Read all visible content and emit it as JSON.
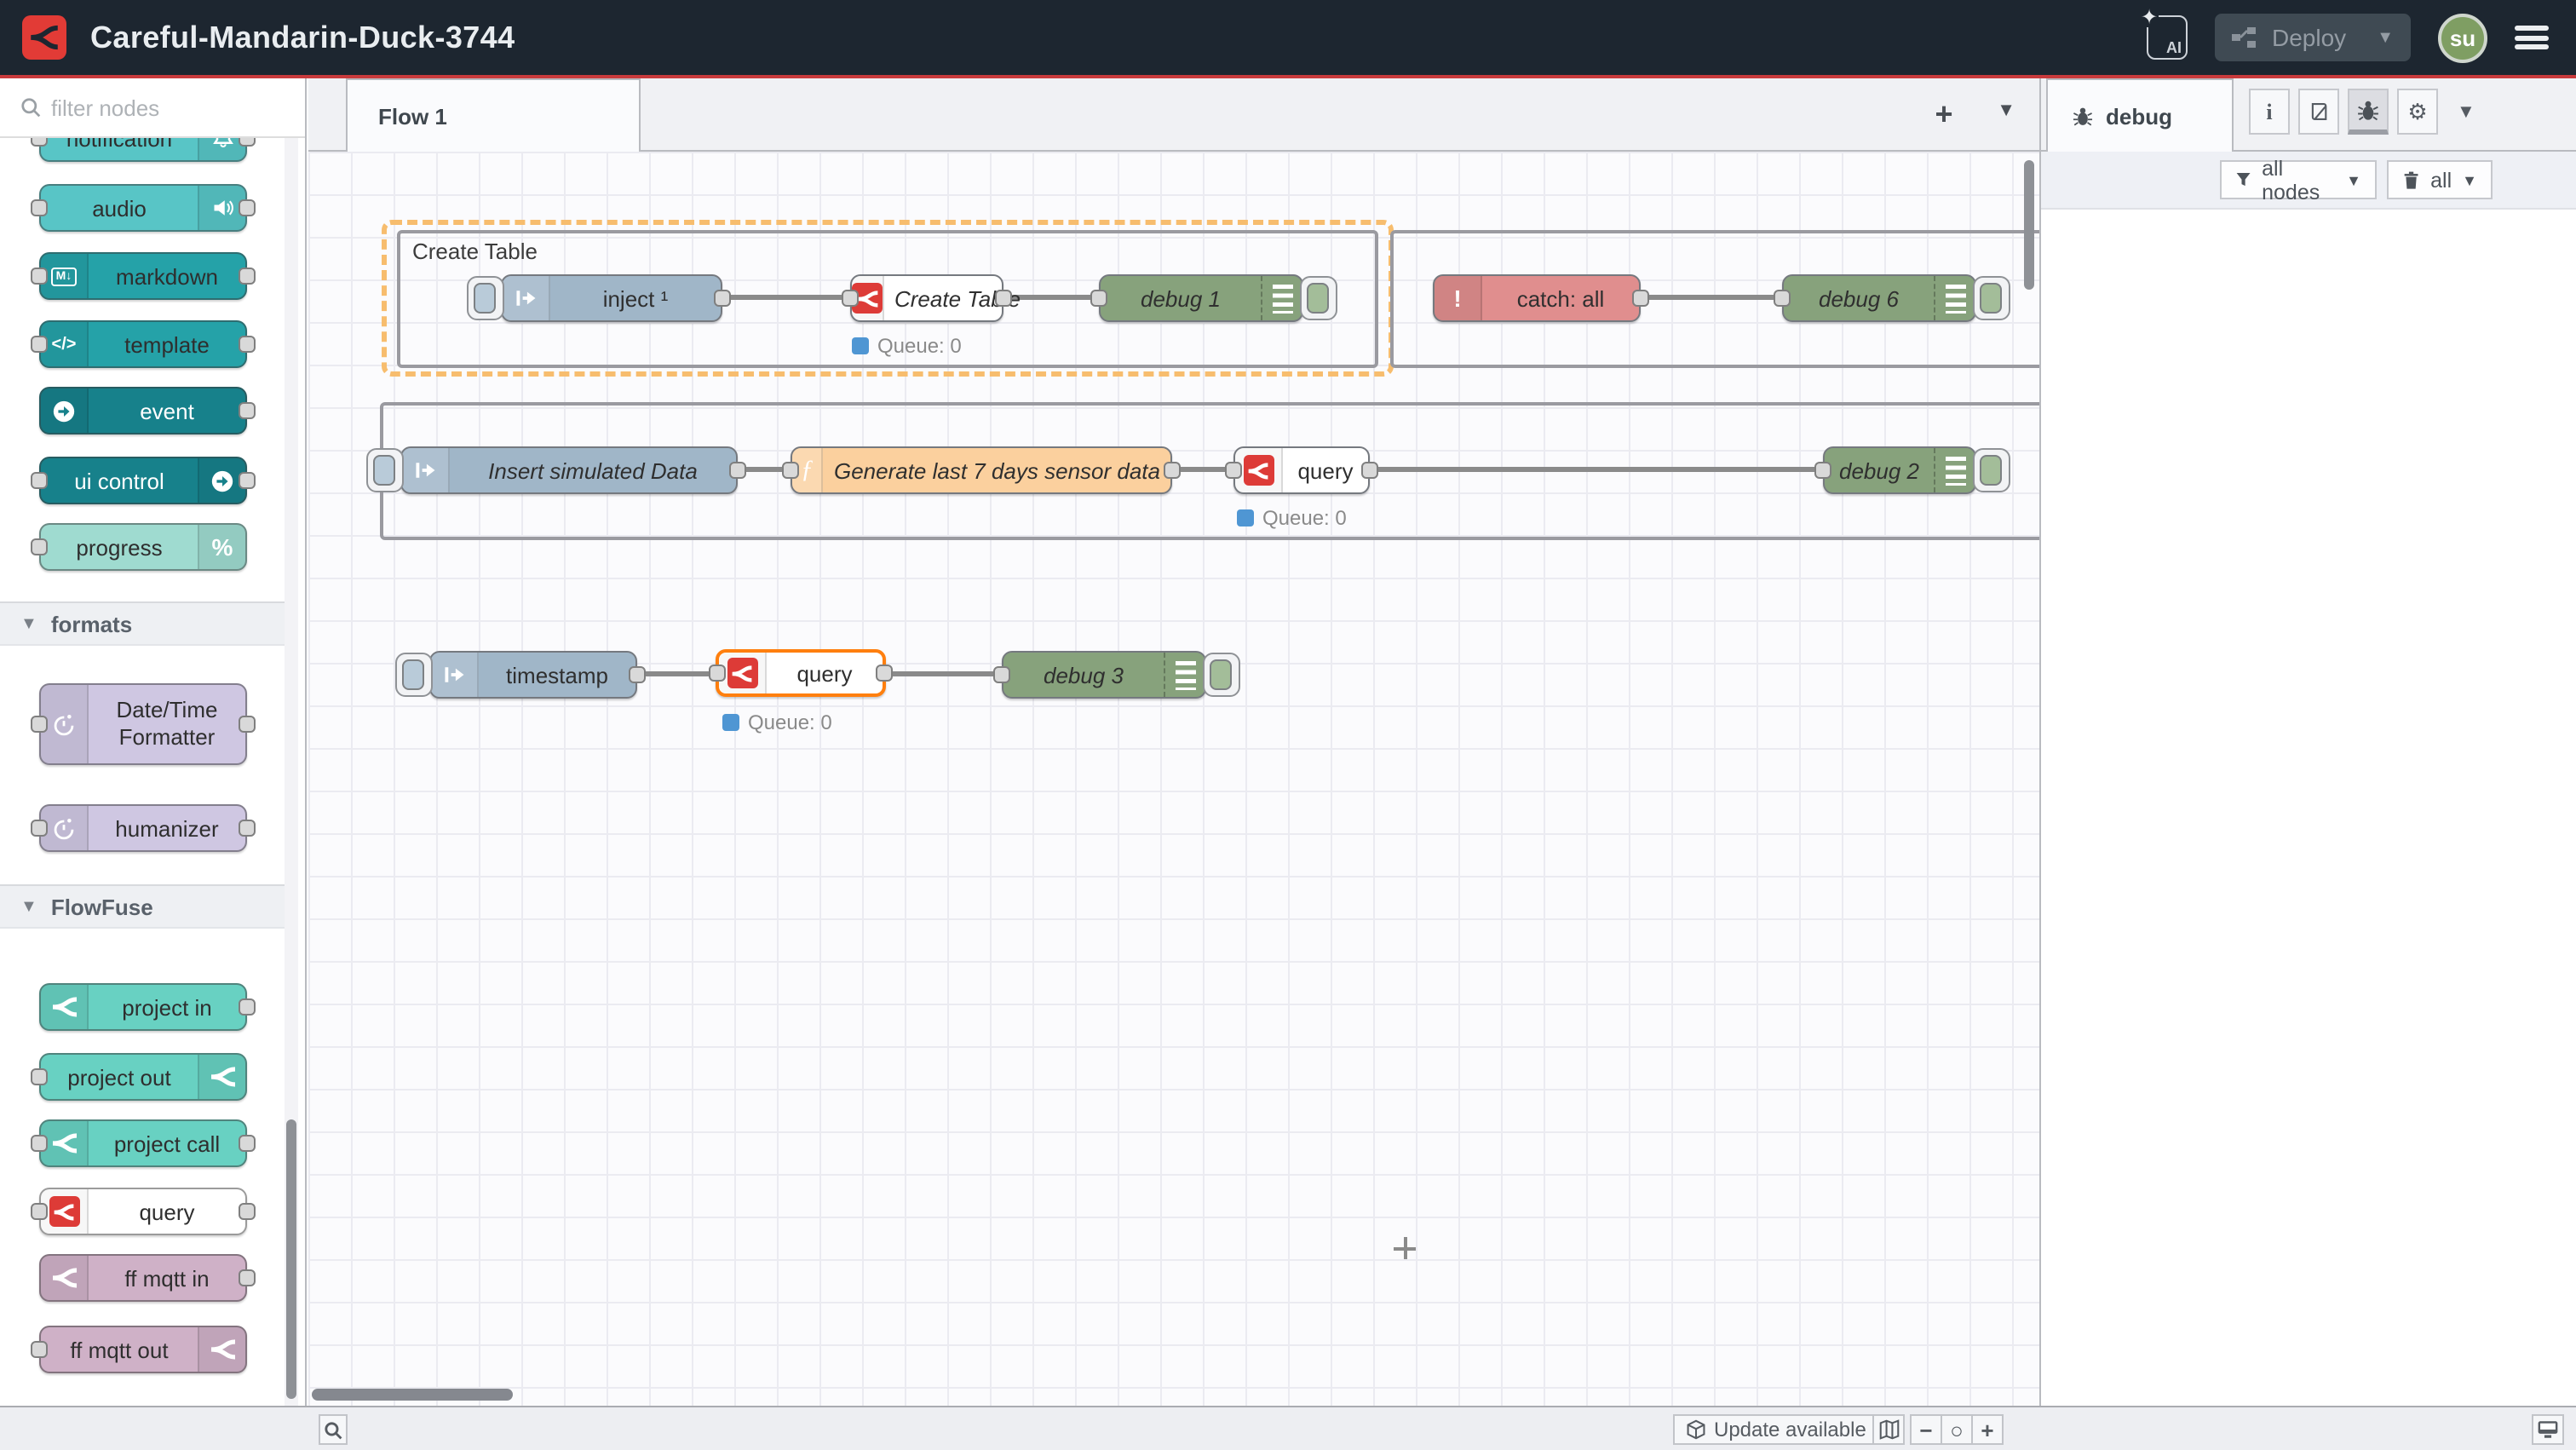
{
  "header": {
    "title": "Careful-Mandarin-Duck-3744",
    "ai_label": "AI",
    "deploy_label": "Deploy",
    "avatar_initials": "su"
  },
  "palette": {
    "search_placeholder": "filter nodes",
    "sections": [
      {
        "label": "",
        "items": [
          {
            "label": "notification"
          },
          {
            "label": "audio"
          },
          {
            "label": "markdown"
          },
          {
            "label": "template"
          },
          {
            "label": "event"
          },
          {
            "label": "ui control"
          },
          {
            "label": "progress"
          }
        ]
      },
      {
        "label": "formats",
        "items": [
          {
            "label": "Date/Time Formatter"
          },
          {
            "label": "humanizer"
          }
        ]
      },
      {
        "label": "FlowFuse",
        "items": [
          {
            "label": "project in"
          },
          {
            "label": "project out"
          },
          {
            "label": "project call"
          },
          {
            "label": "query"
          },
          {
            "label": "ff mqtt in"
          },
          {
            "label": "ff mqtt out"
          }
        ]
      }
    ]
  },
  "workspace": {
    "tab": "Flow 1",
    "group_label": "Create Table",
    "nodes": {
      "inject1": "inject ¹",
      "create_table": "Create Table",
      "debug1": "debug 1",
      "catch_all": "catch: all",
      "debug6": "debug 6",
      "insert_sim": "Insert simulated Data",
      "generate": "Generate last 7 days sensor data",
      "query_mid": "query",
      "debug2": "debug 2",
      "timestamp": "timestamp",
      "query_bottom": "query",
      "debug3": "debug 3"
    },
    "status": {
      "queue_create": "Queue: 0",
      "queue_mid": "Queue: 0",
      "queue_bottom": "Queue: 0"
    }
  },
  "sidebar": {
    "tab": "debug",
    "filter_label": "all nodes",
    "clear_label": "all"
  },
  "footer": {
    "update_label": "Update available"
  },
  "colors": {
    "brand_red": "#e23b36",
    "selection_orange": "#ff7f0e",
    "status_blue": "#4f96d3",
    "header_bg": "#1d2630"
  }
}
